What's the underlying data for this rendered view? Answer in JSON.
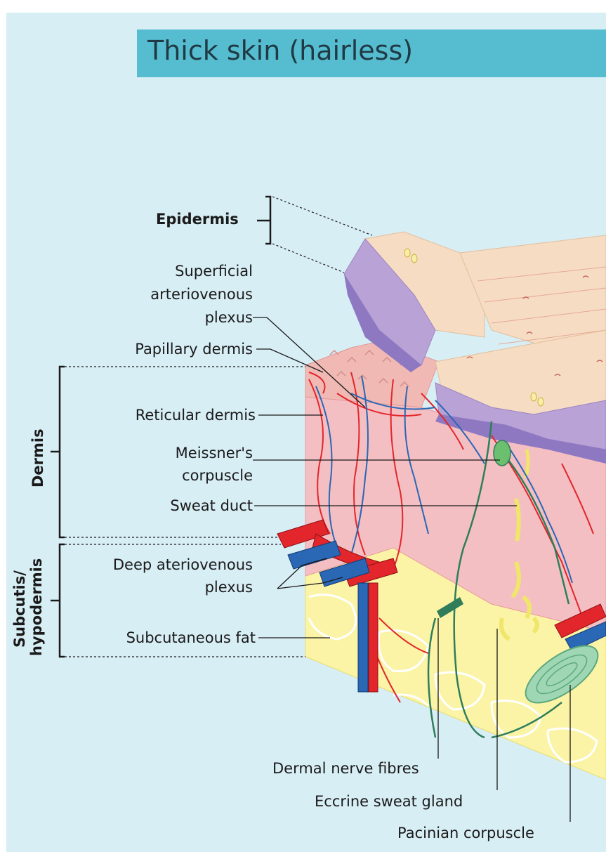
{
  "title": "Thick skin (hairless)",
  "labels": {
    "epidermis": "Epidermis",
    "superficial_plexus_1": "Superficial",
    "superficial_plexus_2": "arteriovenous",
    "superficial_plexus_3": "plexus",
    "papillary_dermis": "Papillary dermis",
    "reticular_dermis": "Reticular dermis",
    "meissner_1": "Meissner's",
    "meissner_2": "corpuscle",
    "sweat_duct": "Sweat duct",
    "deep_plexus_1": "Deep ateriovenous",
    "deep_plexus_2": "plexus",
    "subcutaneous_fat": "Subcutaneous fat",
    "dermal_nerve_fibres": "Dermal nerve fibres",
    "eccrine_sweat_gland": "Eccrine sweat gland",
    "pacinian_corpuscle": "Pacinian corpuscle"
  },
  "side_labels": {
    "dermis": "Dermis",
    "subcutis_1": "Subcutis/",
    "subcutis_2": "hypodermis"
  },
  "colors": {
    "background": "#d8eef5",
    "title_bar": "#56bccf",
    "epidermis_surface": "#f6dcc3",
    "epidermis_purple": "#b9a3d6",
    "dermis_pink": "#f4bfc3",
    "fat_yellow": "#fbf4a6",
    "artery": "#e3262b",
    "vein": "#2a67b5",
    "nerve": "#2f7d5a"
  }
}
